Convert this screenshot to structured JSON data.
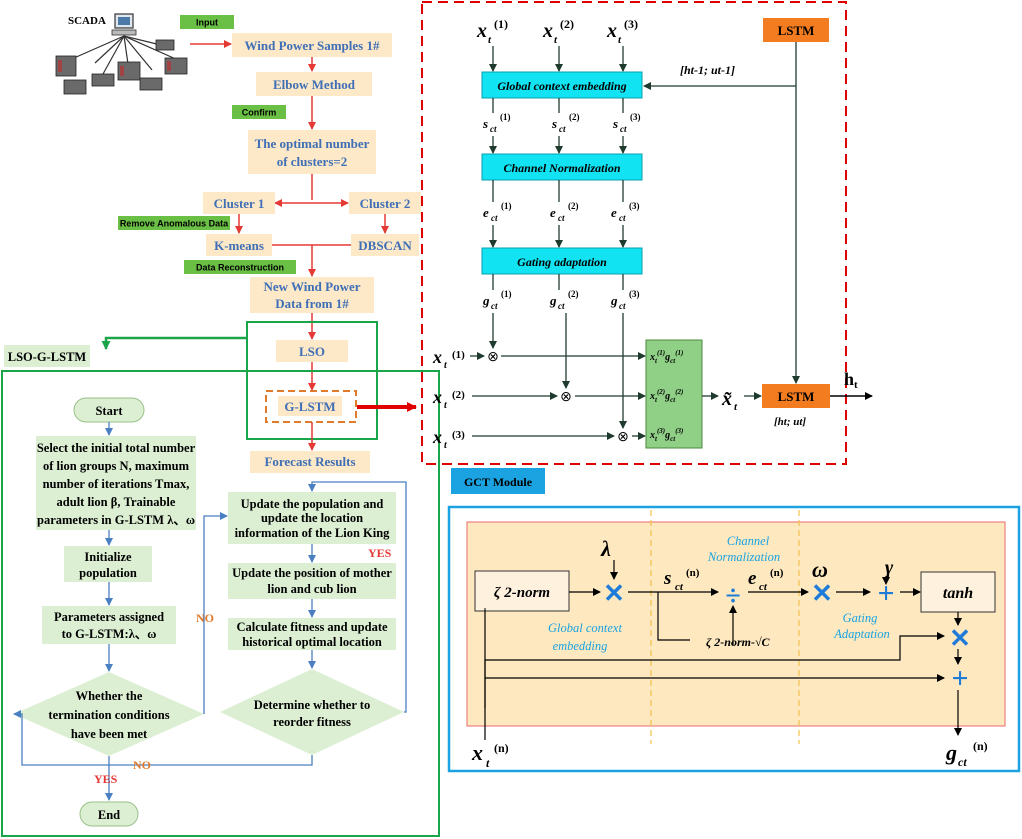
{
  "colors": {
    "flow_box": "#fde8c7",
    "flow_text": "#3f6fb6",
    "green_tag": "#6abf45",
    "red_arrow": "#e53935",
    "dashed_red": "#e00000",
    "cyan_block": "#12e3f2",
    "lstm_orange": "#f47c20",
    "green_frame": "#1aa54a",
    "gct_blue": "#1aa3e0",
    "gct_inner": "#fde8c0",
    "op_blue": "#1f7bd8",
    "italic_blue": "#1aa3e0"
  },
  "top_flow": {
    "scada_label": "SCADA",
    "input_tag": "Input",
    "wind_samples": "Wind Power Samples 1#",
    "elbow": "Elbow Method",
    "confirm_tag": "Confirm",
    "optimal_line1": "The optimal number",
    "optimal_line2": "of clusters=2",
    "cluster1": "Cluster 1",
    "cluster2": "Cluster 2",
    "remove_tag": "Remove Anomalous Data",
    "kmeans": "K-means",
    "dbscan": "DBSCAN",
    "recon_tag": "Data Reconstruction",
    "newdata_line1": "New Wind Power",
    "newdata_line2": "Data from 1#",
    "lso": "LSO",
    "glstm": "G-LSTM",
    "forecast": "Forecast Results"
  },
  "lso_flow": {
    "tag": "LSO-G-LSTM",
    "start": "Start",
    "init_lines": [
      "Select the initial total number",
      "of lion groups N, maximum",
      "number of iterations Tmax,",
      "adult lion β, Trainable",
      "parameters in G-LSTM λ、ω"
    ],
    "initialize_lines": [
      "Initialize",
      "population"
    ],
    "assign_lines": [
      "Parameters assigned",
      "to G-LSTM:λ、ω"
    ],
    "termination_lines": [
      "Whether the",
      "termination conditions",
      "have been met"
    ],
    "update_pop_lines": [
      "Update the population and",
      "update the location",
      "information of the Lion King"
    ],
    "update_mother_lines": [
      "Update the position of mother",
      "lion and cub lion"
    ],
    "fitness_lines": [
      "Calculate fitness and update",
      "historical optimal location"
    ],
    "reorder_lines": [
      "Determine whether to",
      "reorder fitness"
    ],
    "yes": "YES",
    "no": "NO",
    "end": "End"
  },
  "gct_net": {
    "lstm": "LSTM",
    "prev_state": "[ht-1; ut-1]",
    "global_block": "Global context embedding",
    "channel_block": "Channel Normalization",
    "gating_block": "Gating adaptation",
    "x_sup": [
      "(1)",
      "(2)",
      "(3)"
    ],
    "s_label": "sct",
    "e_label": "ect",
    "g_label": "gct",
    "out_h": "ht",
    "out_state": "[ht; ut]",
    "times": "⊗"
  },
  "gct_module": {
    "title": "GCT Module",
    "norm": "ζ 2-norm",
    "lambda": "λ",
    "channel_line1": "Channel",
    "channel_line2": "Normalization",
    "s": "s",
    "e": "e",
    "omega": "ω",
    "gamma": "γ",
    "tanh": "tanh",
    "global_line1": "Global context",
    "global_line2": "embedding",
    "sqrtc": "ζ 2-norm-√C",
    "gating_line1": "Gating",
    "gating_line2": "Adaptation",
    "x": "x",
    "g": "g",
    "sup_n": "(n)",
    "sub_ct": "ct",
    "sub_t": "t"
  }
}
